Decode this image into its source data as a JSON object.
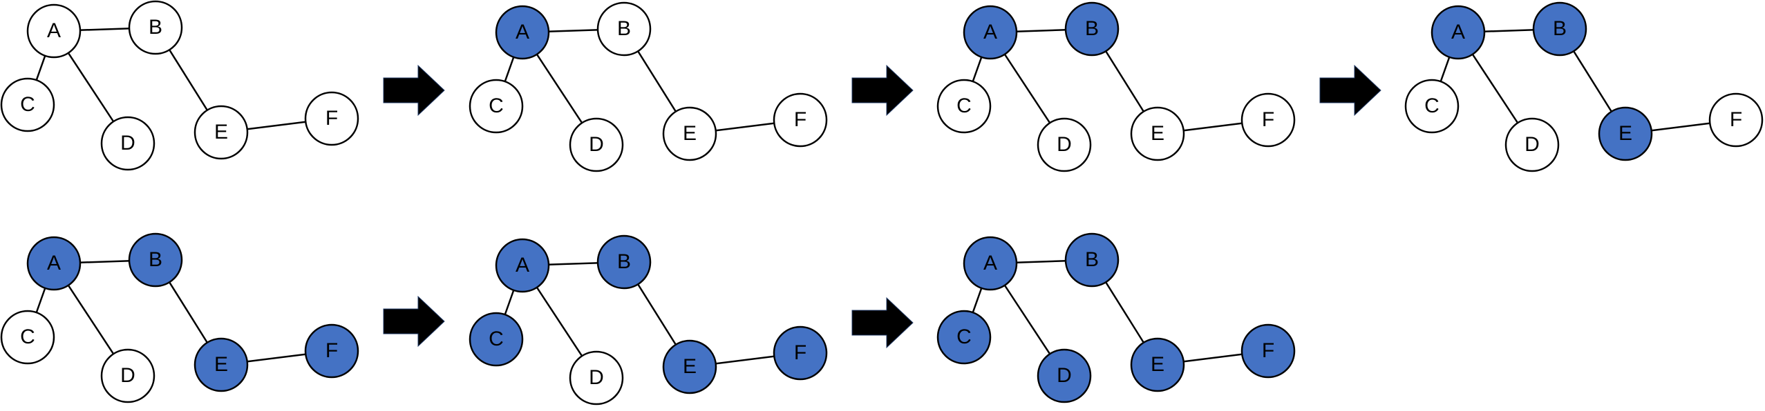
{
  "colors": {
    "visited_fill": "#4472c4",
    "unvisited_fill": "#ffffff",
    "stroke": "#000000",
    "arrow_fill": "#000000"
  },
  "graph": {
    "nodes": [
      "A",
      "B",
      "C",
      "D",
      "E",
      "F"
    ],
    "edges": [
      [
        "A",
        "B"
      ],
      [
        "A",
        "C"
      ],
      [
        "A",
        "D"
      ],
      [
        "B",
        "E"
      ],
      [
        "E",
        "F"
      ]
    ]
  },
  "steps": [
    {
      "visited": []
    },
    {
      "visited": [
        "A"
      ]
    },
    {
      "visited": [
        "A",
        "B"
      ]
    },
    {
      "visited": [
        "A",
        "B",
        "E"
      ]
    },
    {
      "visited": [
        "A",
        "B",
        "E",
        "F"
      ]
    },
    {
      "visited": [
        "A",
        "B",
        "C",
        "E",
        "F"
      ]
    },
    {
      "visited": [
        "A",
        "B",
        "C",
        "D",
        "E",
        "F"
      ]
    }
  ],
  "arrows": [
    {
      "from_step": 0,
      "to_step": 1
    },
    {
      "from_step": 1,
      "to_step": 2
    },
    {
      "from_step": 2,
      "to_step": 3
    },
    {
      "from_step": 4,
      "to_step": 5
    },
    {
      "from_step": 5,
      "to_step": 6
    }
  ],
  "arrow_icon": "right-arrow-icon"
}
